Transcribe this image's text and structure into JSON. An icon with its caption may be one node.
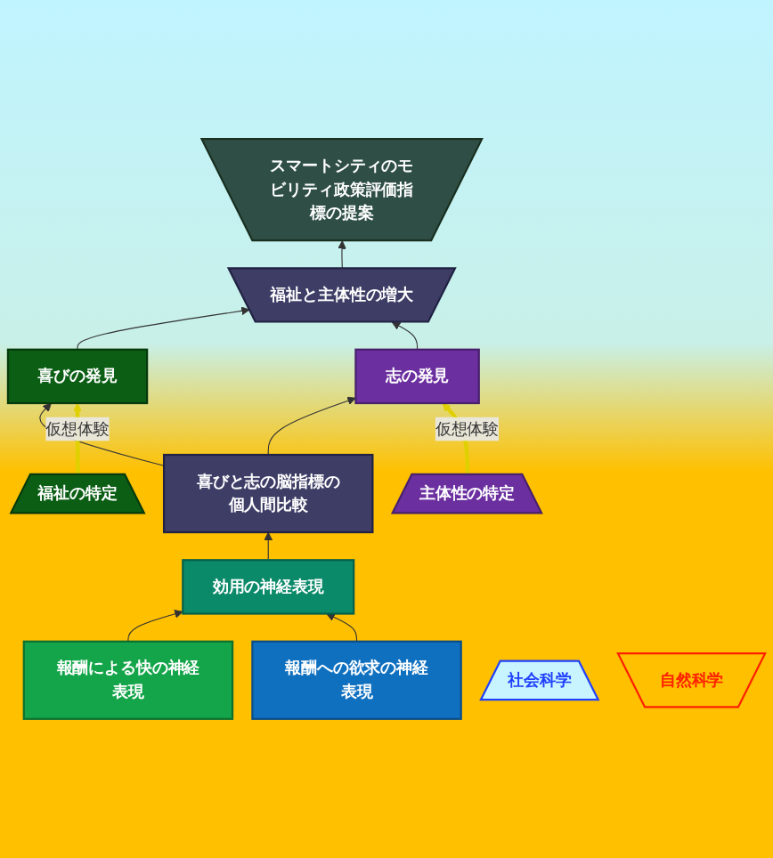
{
  "diagram": {
    "nodes": [
      {
        "text": [
          "スマートシティのモビリティ政策評価指標の提案"
        ]
      },
      {
        "text": [
          "福祉と主体性の増大"
        ]
      },
      {
        "text": [
          "福祉の特定"
        ]
      },
      {
        "text": [
          "主体性の特定"
        ]
      },
      {
        "text": [
          "喜びの発見"
        ]
      },
      {
        "text": [
          "志の発見"
        ]
      },
      {
        "text": [
          "喜びと志の脳指標の個人間比較"
        ]
      },
      {
        "text": [
          "効用の神経表現"
        ]
      },
      {
        "text": [
          "報酬による快の神経表現"
        ]
      },
      {
        "text": [
          "報酬への欲求の神経表現"
        ]
      },
      {
        "text": [
          "社会科学"
        ]
      },
      {
        "text": [
          "自然科学"
        ]
      }
    ],
    "edges": [
      {
        "from": 8,
        "to": 7,
        "arrow": "to"
      },
      {
        "from": 9,
        "to": 7,
        "arrow": "to"
      },
      {
        "from": 7,
        "to": 6,
        "arrow": "to"
      },
      {
        "from": 6,
        "to": 4,
        "arrow": "to"
      },
      {
        "from": 6,
        "to": 5,
        "arrow": "to"
      },
      {
        "from": 2,
        "to": 4,
        "label": "仮想体験",
        "arrow": "to",
        "style": "thick",
        "color": "#e0d000"
      },
      {
        "from": 3,
        "to": 5,
        "label": "仮想体験",
        "arrow": "to",
        "style": "thick",
        "color": "#e0d000"
      },
      {
        "from": 4,
        "to": 1,
        "arrow": "to"
      },
      {
        "from": 5,
        "to": 1,
        "arrow": "to"
      },
      {
        "from": 1,
        "to": 0,
        "arrow": "to"
      }
    ]
  }
}
